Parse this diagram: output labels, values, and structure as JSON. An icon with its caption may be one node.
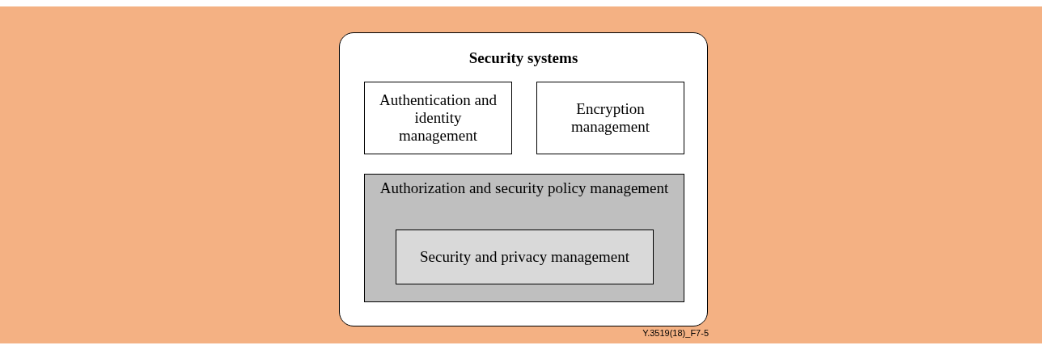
{
  "diagram": {
    "nodes": [
      {
        "text": [
          "Security systems"
        ]
      },
      {
        "text": [
          "Authentication and identity management"
        ],
        "in": 0
      },
      {
        "text": [
          "Encryption management"
        ],
        "in": 0
      },
      {
        "text": [
          "Authorization and security policy management"
        ],
        "in": 0
      },
      {
        "text": [
          "Security and privacy management"
        ],
        "in": 3
      }
    ],
    "labels": [
      "Y.3519(18)_F7-5"
    ]
  }
}
